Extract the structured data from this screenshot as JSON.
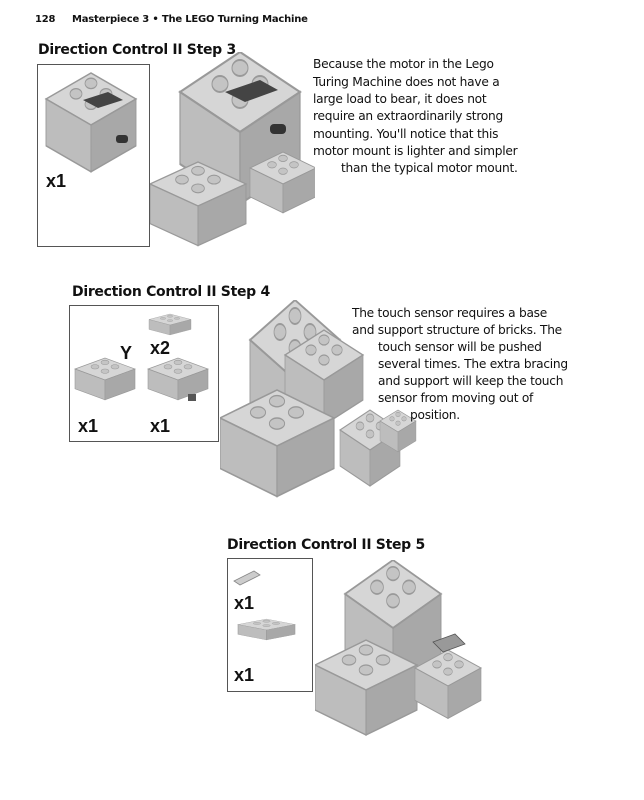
{
  "header": {
    "page_number": "128",
    "running_title": "Masterpiece 3 • The LEGO Turning Machine"
  },
  "steps": [
    {
      "title": "Direction Control II Step 3",
      "parts": [
        {
          "qty": "x1"
        }
      ],
      "text_lines": [
        "Because the motor in the Lego",
        "Turing Machine does not have a",
        "large load to bear, it does not",
        "require an extraordinarily strong",
        "mounting. You'll notice that this",
        "motor mount is lighter and simpler",
        "than the typical motor mount."
      ]
    },
    {
      "title": "Direction Control II Step 4",
      "parts": [
        {
          "label": "Y",
          "qty": "x2"
        },
        {
          "qty": "x1"
        },
        {
          "qty": "x1"
        }
      ],
      "text_lines": [
        "The touch sensor requires a base",
        "and support structure of bricks. The",
        "touch sensor will be pushed",
        "several times. The extra bracing",
        "and support will keep the touch",
        "sensor from moving out of",
        "position."
      ]
    },
    {
      "title": "Direction Control II Step 5",
      "parts": [
        {
          "qty": "x1"
        },
        {
          "qty": "x1"
        }
      ],
      "text_lines": []
    }
  ]
}
